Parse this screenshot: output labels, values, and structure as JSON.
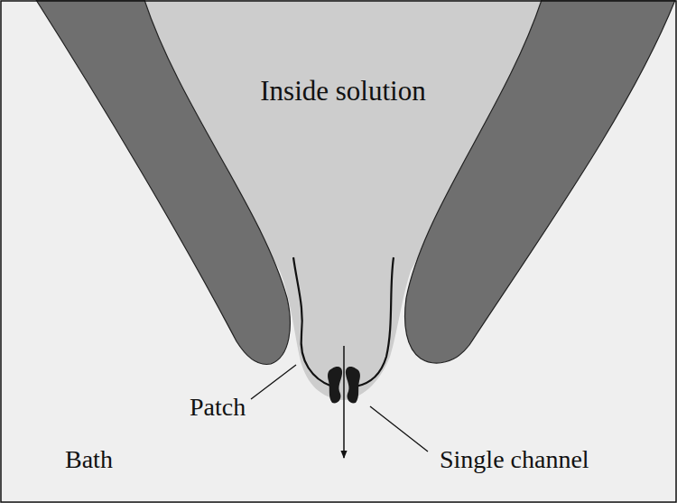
{
  "diagram": {
    "labels": [
      "Inside solution",
      "Patch",
      "Single channel",
      "Bath"
    ]
  }
}
